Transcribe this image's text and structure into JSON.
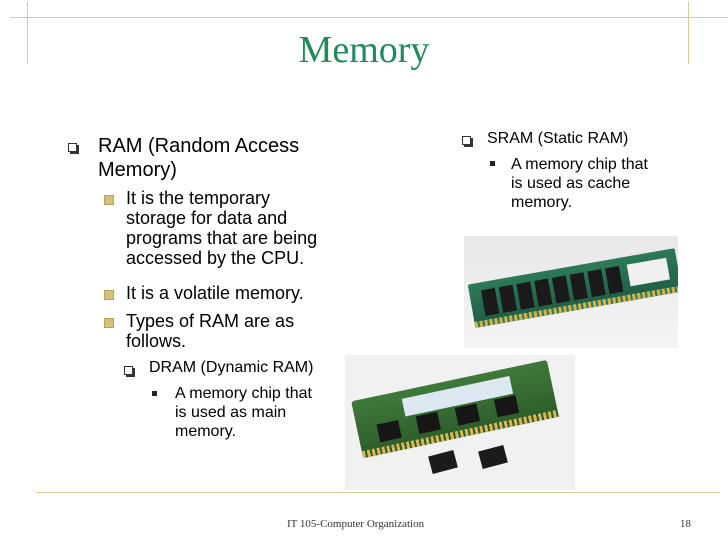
{
  "slide": {
    "title": "Memory",
    "left_column": {
      "item1_line1": "RAM (Random Access",
      "item1_line2": "Memory)",
      "sub1_line1": "It is the temporary",
      "sub1_line2": "storage for data and",
      "sub1_line3": "programs that are being",
      "sub1_line4": "accessed by the CPU.",
      "sub2": "It is a volatile memory.",
      "sub3_line1": "Types of RAM are as",
      "sub3_line2": "follows.",
      "dram": "DRAM (Dynamic RAM)",
      "dram_desc_line1": "A memory chip that",
      "dram_desc_line2": "is used as main",
      "dram_desc_line3": "memory."
    },
    "right_column": {
      "sram": "SRAM (Static RAM)",
      "sram_desc_line1": "A memory chip that",
      "sram_desc_line2": "is used as cache",
      "sram_desc_line3": "memory."
    },
    "footer": {
      "course": "IT 105-Computer Organization",
      "page_number": "18"
    }
  },
  "colors": {
    "title": "#1f8a5a",
    "frame_lines": "#d8c99a",
    "sub_bullet": "#d6c17a"
  }
}
